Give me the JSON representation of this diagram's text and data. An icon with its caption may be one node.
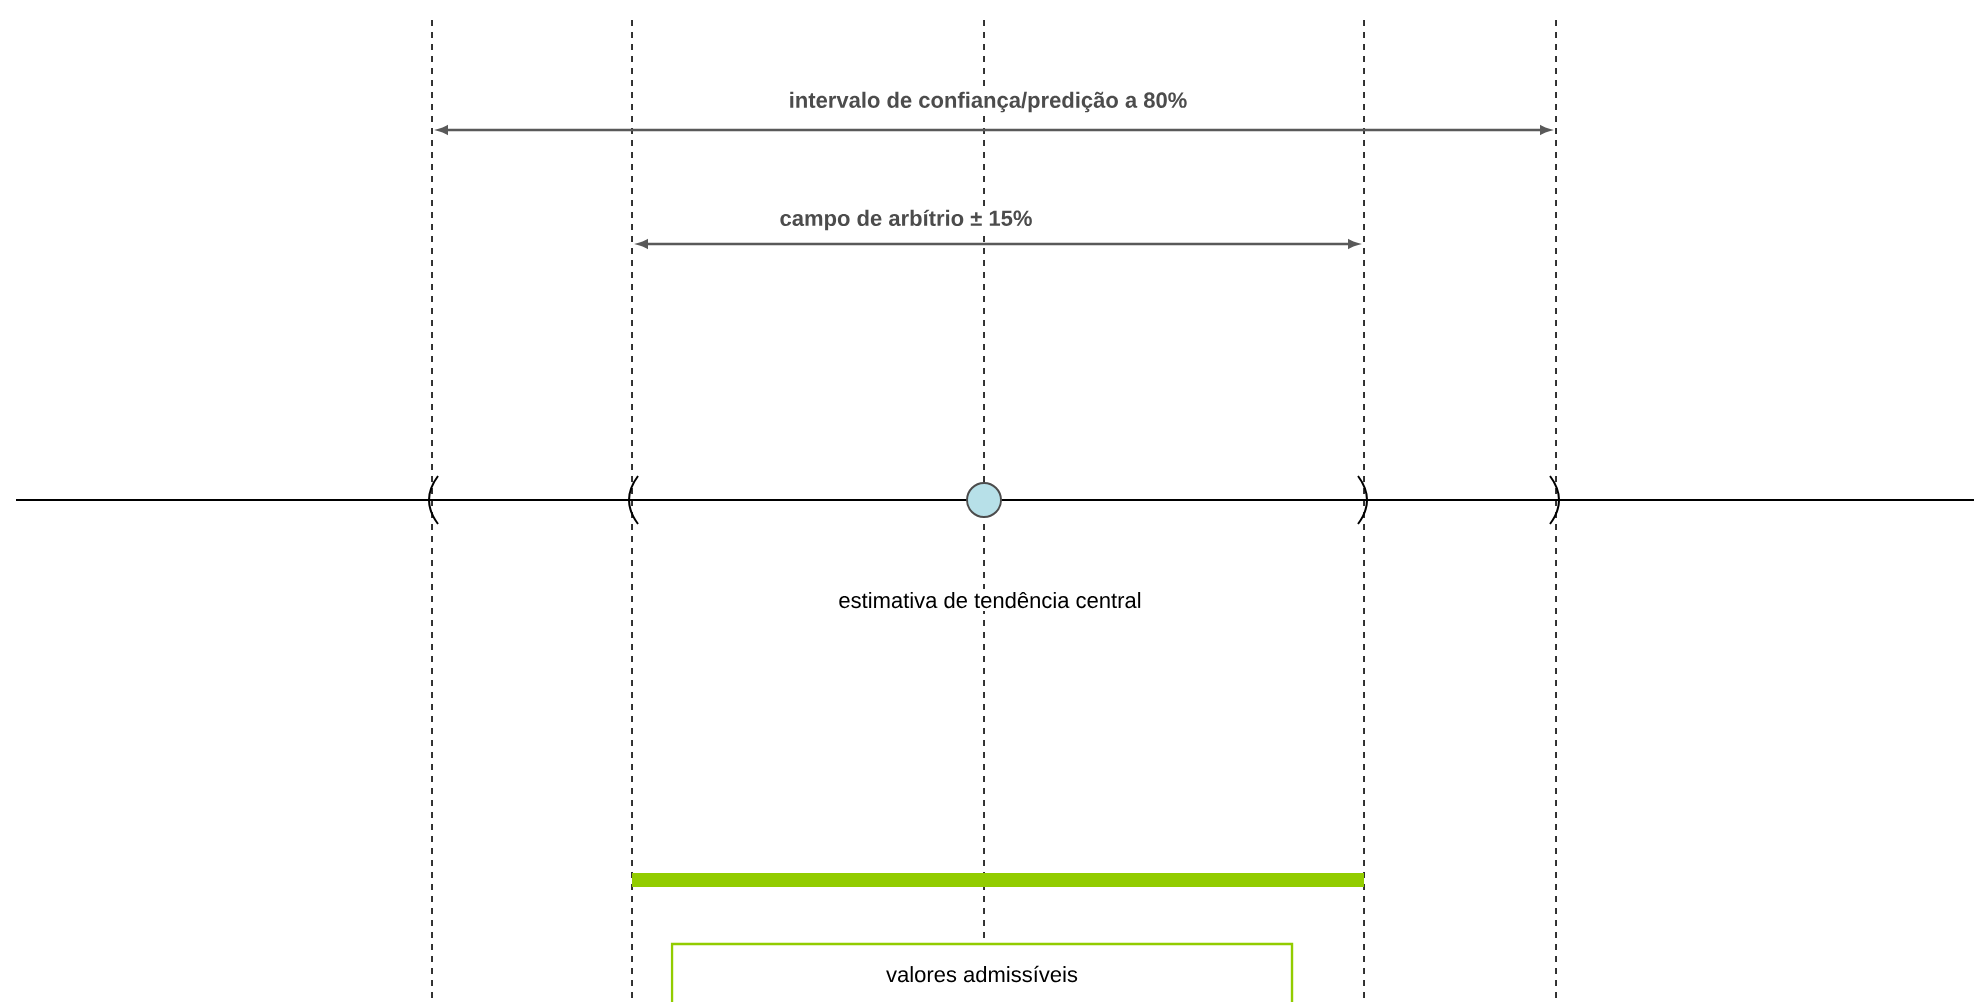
{
  "diagram": {
    "nodes": [
      {
        "text": [],
        "shape": "circle",
        "beside": [
          "estimativa de tendência central"
        ]
      },
      {
        "text": [],
        "shape": "bar"
      },
      {
        "text": [
          "valores admissíveis"
        ]
      }
    ],
    "labels": [
      "intervalo de confiança/predição a 80%",
      "campo de arbítrio ± 15%"
    ]
  }
}
